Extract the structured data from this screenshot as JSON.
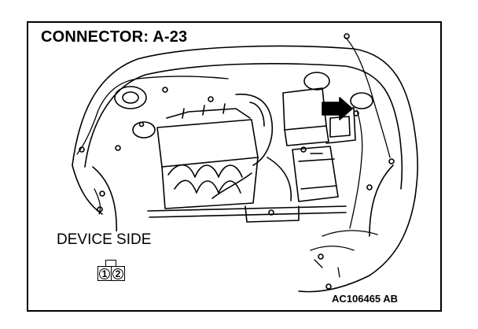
{
  "diagram": {
    "title": "CONNECTOR: A-23",
    "device_label": "DEVICE SIDE",
    "connector_pins": [
      "1",
      "2"
    ],
    "figure_code": "AC106465 AB"
  }
}
